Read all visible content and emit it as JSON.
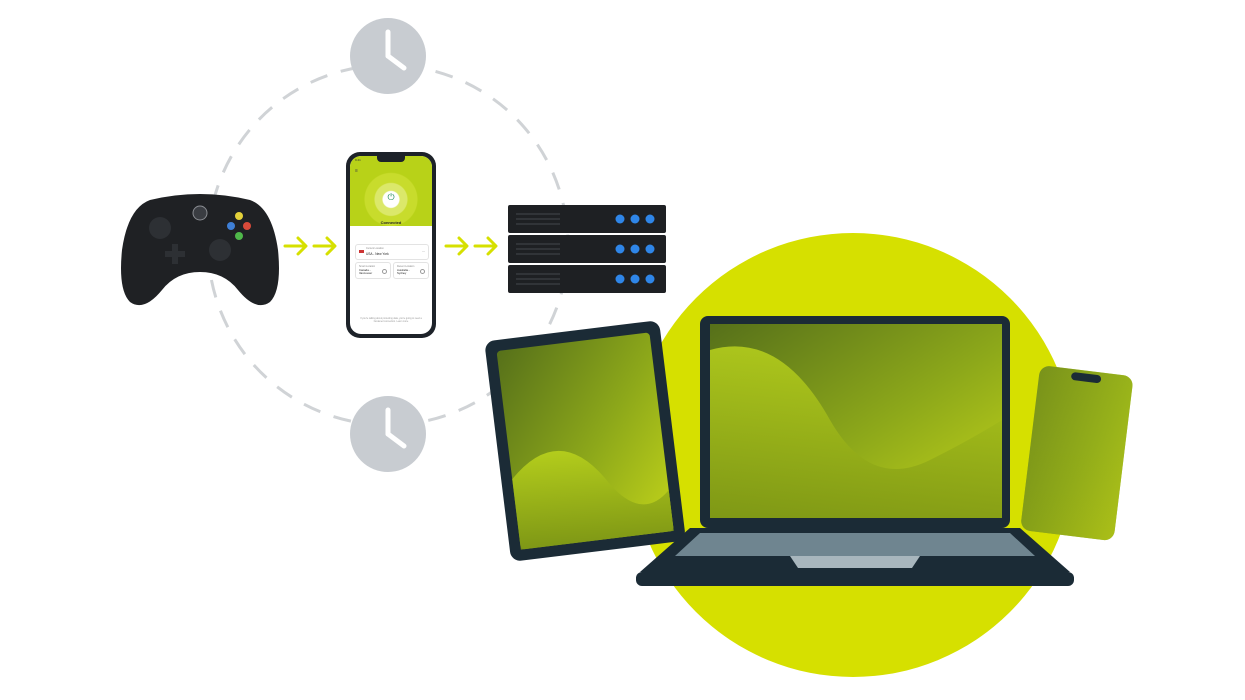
{
  "icons": {
    "clock": "clock-icon",
    "arrow": "chevron-right-icon",
    "power": "power-icon",
    "controller": "game-controller-icon",
    "server": "server-rack-icon"
  },
  "colors": {
    "accent": "#d6e000",
    "dark": "#1b2b36",
    "clock_bg": "#c8ccd1",
    "server_led": "#2f86e8",
    "app_green": "#1f8a5a"
  },
  "phone_app": {
    "status_time": "9:41",
    "connected_label": "Connected",
    "current_location_label": "Current Location",
    "current_location_value": "USA - New York",
    "smart_location_label": "Smart Location",
    "smart_location_value": "Canada - Vancouver",
    "recent_location_label": "Recent Location",
    "recent_location_value": "Australia - Sydney",
    "footer_note": "If you're talking about protecting data, you're going to need a hardened connection. Learn more"
  }
}
